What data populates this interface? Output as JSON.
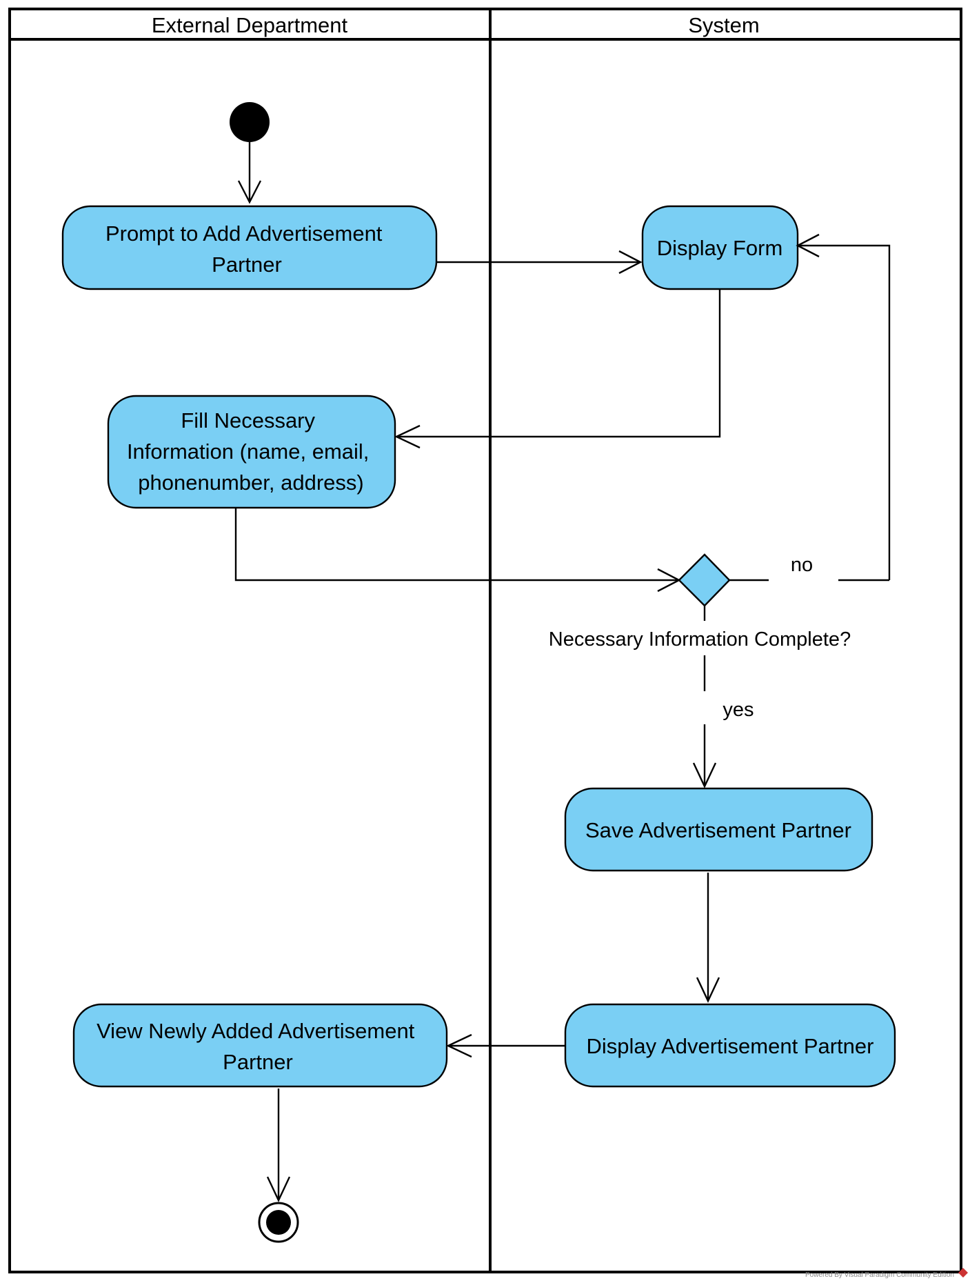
{
  "swimlanes": [
    {
      "title": "External Department"
    },
    {
      "title": "System"
    }
  ],
  "colors": {
    "activity_fill": "#7ACFF4",
    "stroke": "#000000",
    "background": "#FFFFFF"
  },
  "activities": {
    "prompt_add": {
      "lines": [
        "Prompt to Add Advertisement",
        "Partner"
      ]
    },
    "display_form": {
      "lines": [
        "Display Form"
      ]
    },
    "fill_info": {
      "lines": [
        "Fill Necessary",
        "Information (name, email,",
        "phonenumber, address)"
      ]
    },
    "save_partner": {
      "lines": [
        "Save Advertisement Partner"
      ]
    },
    "display_partner": {
      "lines": [
        "Display Advertisement Partner"
      ]
    },
    "view_partner": {
      "lines": [
        "View Newly Added Advertisement",
        "Partner"
      ]
    }
  },
  "decision": {
    "label": "Necessary Information Complete?",
    "guard_no": "no",
    "guard_yes": "yes"
  },
  "watermark": "Powered By  Visual Paradigm Community Edition"
}
